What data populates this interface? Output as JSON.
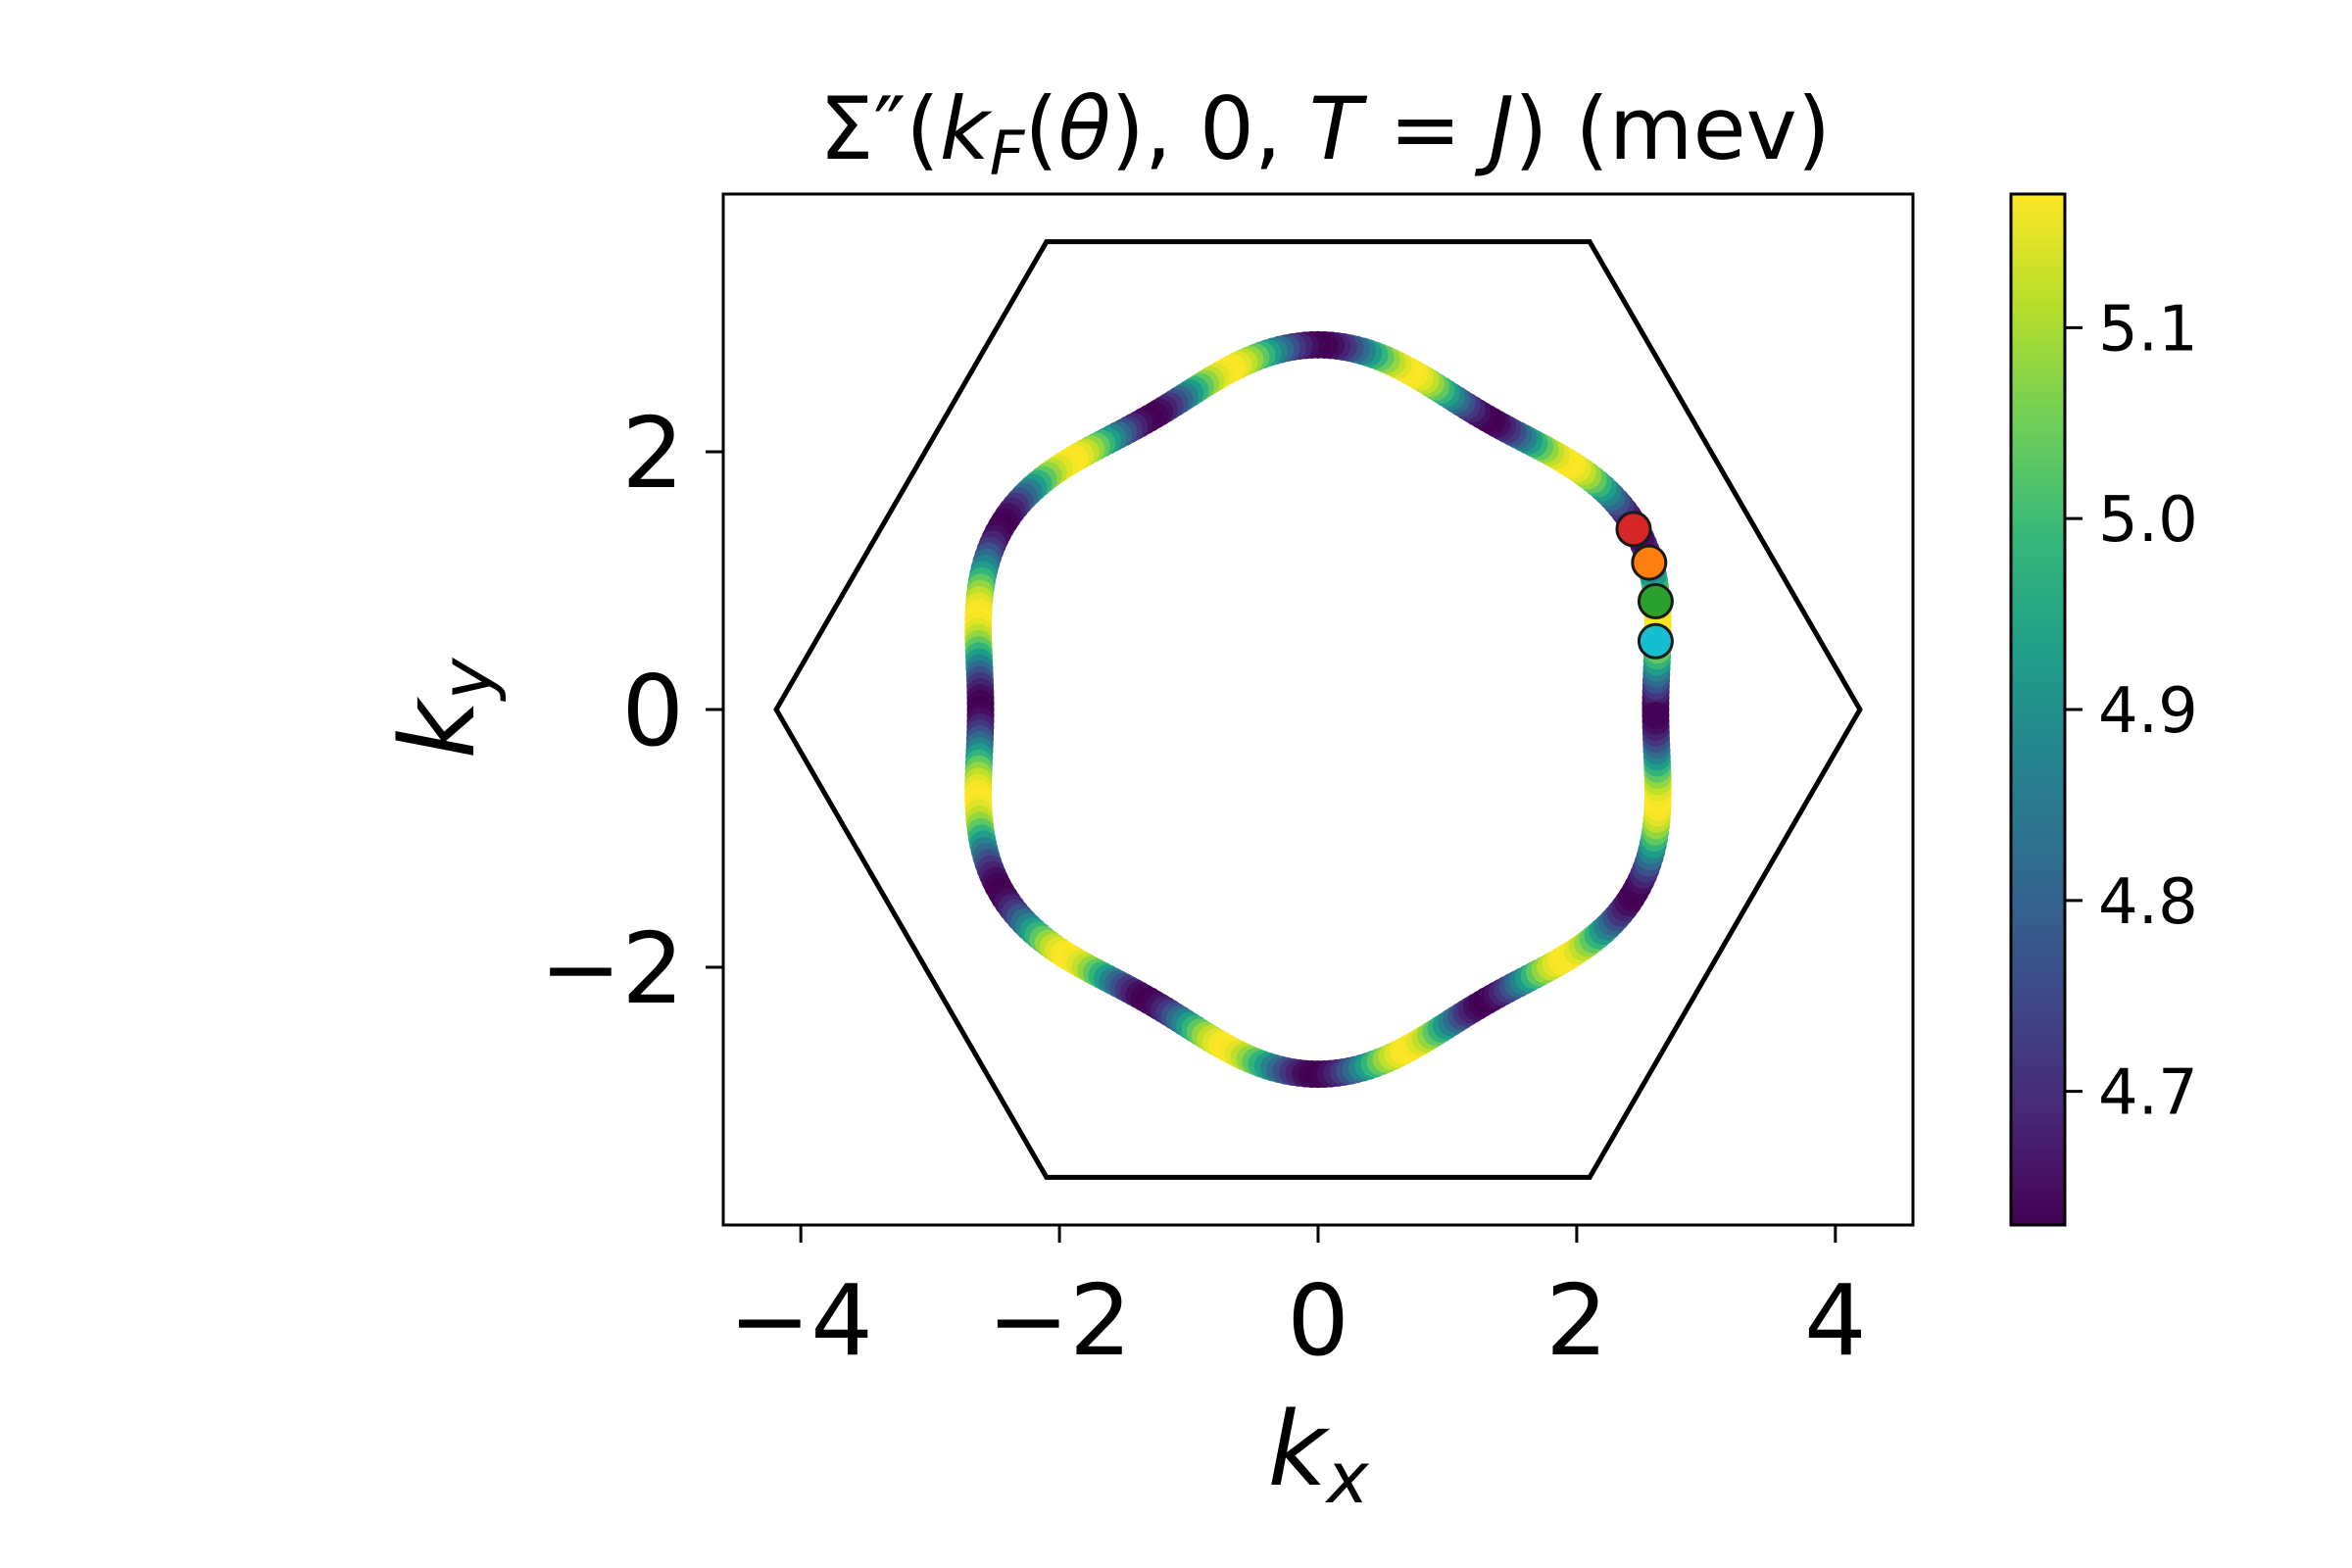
{
  "chart_data": {
    "type": "scatter",
    "title": "Σ″(k_F(θ), 0, T = J) (mev)",
    "xlabel": "k_x",
    "ylabel": "k_y",
    "xlim": [
      -4.6,
      4.6
    ],
    "ylim": [
      -4.0,
      4.0
    ],
    "xticks": [
      -4,
      -2,
      0,
      2,
      4
    ],
    "yticks": [
      -2,
      0,
      2
    ],
    "xtick_labels": [
      "−4",
      "−2",
      "0",
      "2",
      "4"
    ],
    "ytick_labels": [
      "−2",
      "0",
      "2"
    ],
    "grid": false,
    "brillouin_zone": {
      "vertices": [
        [
          4.19,
          0
        ],
        [
          2.1,
          3.63
        ],
        [
          -2.1,
          3.63
        ],
        [
          -4.19,
          0
        ],
        [
          -2.1,
          -3.63
        ],
        [
          2.1,
          -3.63
        ]
      ],
      "color": "#000000"
    },
    "fermi_surface": {
      "radius_mean": 2.72,
      "radius_flat_side": 2.62,
      "radius_corner": 2.84,
      "value_min": 4.63,
      "value_max": 5.17,
      "colormap": "viridis"
    },
    "highlighted_points": [
      {
        "x": 2.44,
        "y": 1.4,
        "color": "#d62728"
      },
      {
        "x": 2.56,
        "y": 1.14,
        "color": "#ff7f0e"
      },
      {
        "x": 2.61,
        "y": 0.84,
        "color": "#2ca02c"
      },
      {
        "x": 2.61,
        "y": 0.53,
        "color": "#17becf"
      }
    ],
    "colorbar": {
      "min": 4.63,
      "max": 5.17,
      "ticks": [
        4.7,
        4.8,
        4.9,
        5.0,
        5.1
      ],
      "tick_labels": [
        "4.7",
        "4.8",
        "4.9",
        "5.0",
        "5.1"
      ],
      "colormap": "viridis"
    }
  }
}
